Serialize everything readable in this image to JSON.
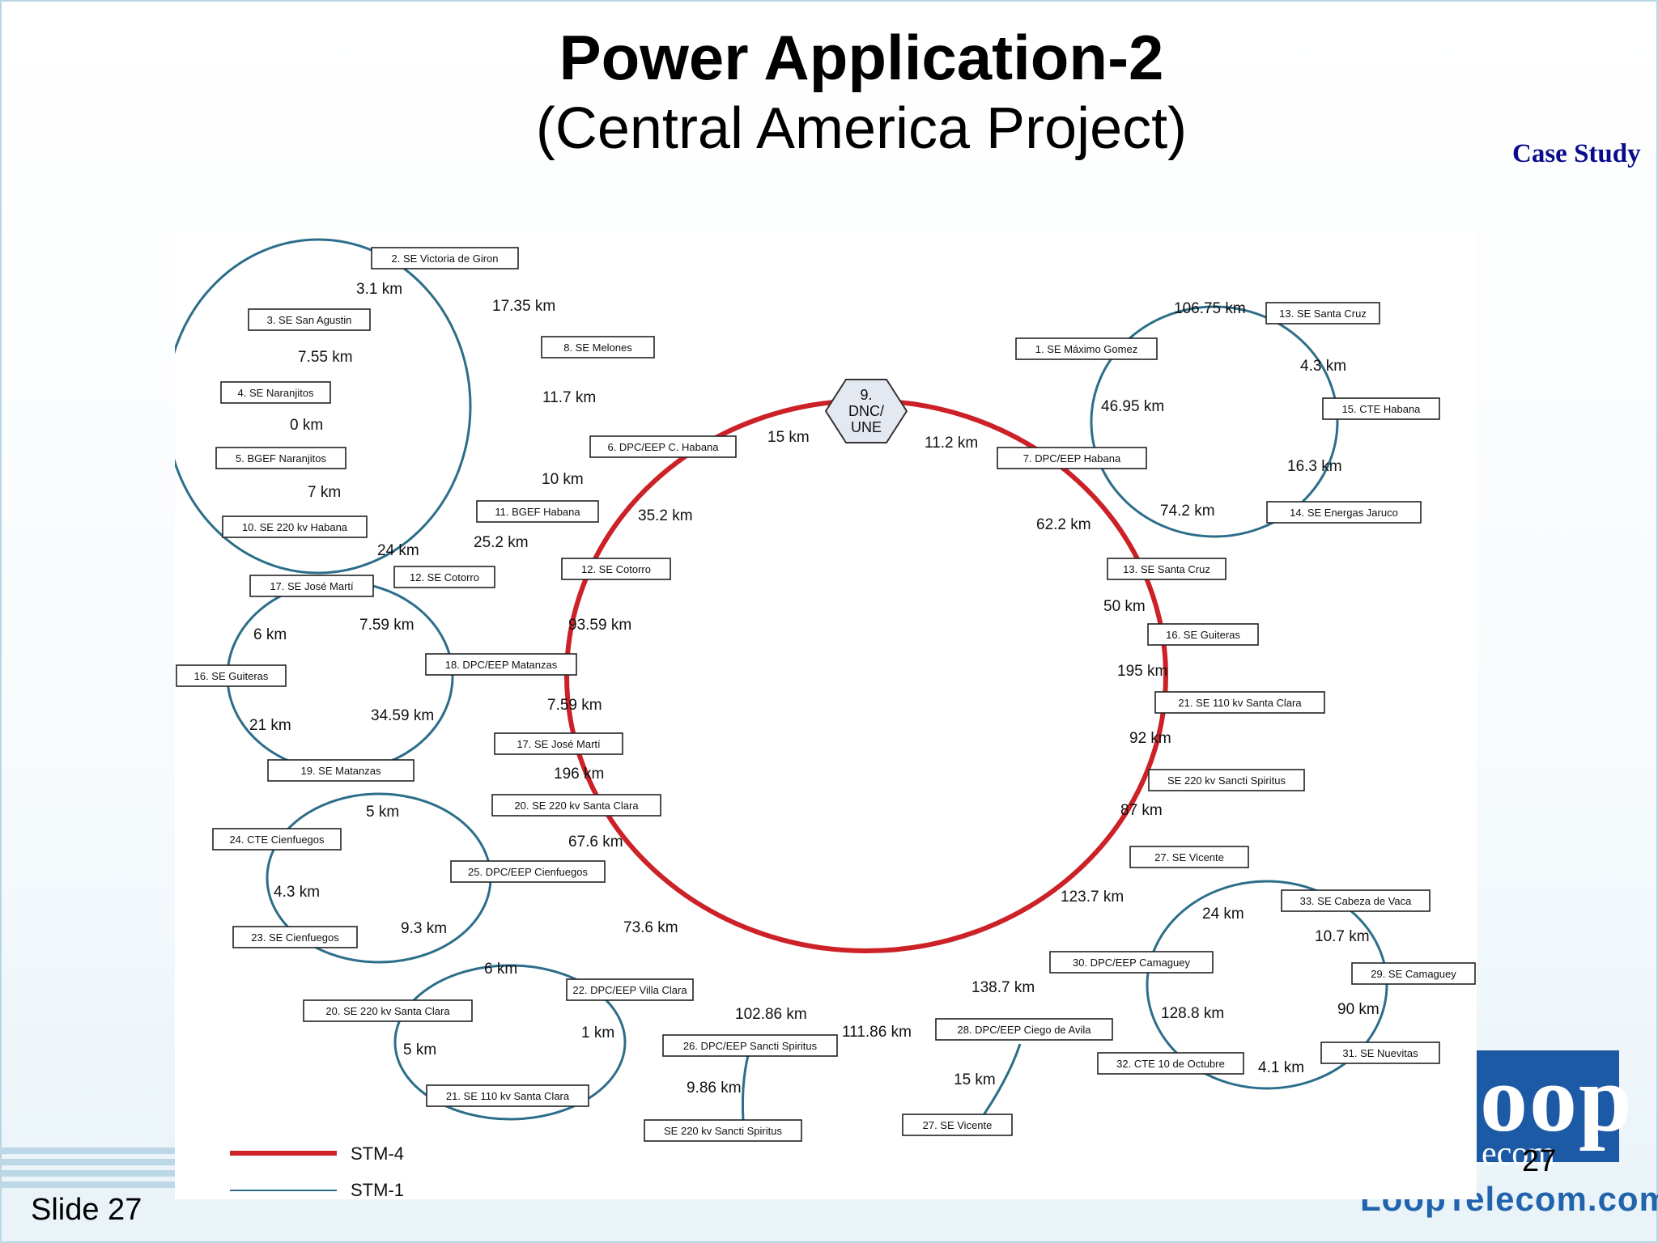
{
  "slide": {
    "title": "Power Application-2",
    "subtitle": "(Central America Project)",
    "tag": "Case Study",
    "slide_label": "Slide 27",
    "page_number": "27",
    "logo_letters": "oop",
    "logo_sub": "ecom",
    "logo_url": "LoopTelecom.com"
  },
  "colors": {
    "stm4": "#cc2127",
    "stm1": "#2c6e8a",
    "accent": "#0a0a8c"
  },
  "legend": {
    "stm4": "STM-4",
    "stm1": "STM-1"
  },
  "hub": {
    "label_lines": [
      "9.",
      "DNC/",
      "UNE"
    ]
  },
  "nodes": [
    {
      "id": "victoria",
      "label": "2. SE Victoria de Giron"
    },
    {
      "id": "sanagustin",
      "label": "3. SE San Agustin"
    },
    {
      "id": "melones",
      "label": "8. SE Melones"
    },
    {
      "id": "naranjitos",
      "label": "4. SE Naranjitos"
    },
    {
      "id": "bgefnar",
      "label": "5. BGEF Naranjitos"
    },
    {
      "id": "dpchab",
      "label": "6. DPC/EEP C. Habana"
    },
    {
      "id": "bgefhab",
      "label": "11. BGEF Habana"
    },
    {
      "id": "se220hab",
      "label": "10. SE 220 kv Habana"
    },
    {
      "id": "cotorro_l",
      "label": "12. SE Cotorro"
    },
    {
      "id": "cotorro_r",
      "label": "12. SE Cotorro"
    },
    {
      "id": "josemarti_l",
      "label": "17. SE José Martí"
    },
    {
      "id": "guiteras_l",
      "label": "16. SE Guiteras"
    },
    {
      "id": "dpcmat",
      "label": "18. DPC/EEP Matanzas"
    },
    {
      "id": "matanzas",
      "label": "19. SE Matanzas"
    },
    {
      "id": "josemarti_r",
      "label": "17. SE José Martí"
    },
    {
      "id": "se220sc_r",
      "label": "20. SE 220 kv Santa Clara"
    },
    {
      "id": "ctecien",
      "label": "24. CTE Cienfuegos"
    },
    {
      "id": "dpccien",
      "label": "25. DPC/EEP Cienfuegos"
    },
    {
      "id": "secien",
      "label": "23. SE Cienfuegos"
    },
    {
      "id": "se220sc_l",
      "label": "20. SE 220 kv Santa Clara"
    },
    {
      "id": "dpcvc",
      "label": "22. DPC/EEP Villa Clara"
    },
    {
      "id": "se110sc_l",
      "label": "21. SE 110 kv Santa Clara"
    },
    {
      "id": "dpcss",
      "label": "26. DPC/EEP Sancti Spiritus"
    },
    {
      "id": "se220ss_b",
      "label": "SE 220 kv Sancti Spiritus"
    },
    {
      "id": "maximo",
      "label": "1. SE Máximo Gomez"
    },
    {
      "id": "santacruz_top",
      "label": "13. SE Santa Cruz"
    },
    {
      "id": "ctehab",
      "label": "15. CTE Habana"
    },
    {
      "id": "dpcehab",
      "label": "7. DPC/EEP Habana"
    },
    {
      "id": "jaruco",
      "label": "14. SE Energas Jaruco"
    },
    {
      "id": "santacruz",
      "label": "13. SE Santa Cruz"
    },
    {
      "id": "guiteras_r",
      "label": "16. SE Guiteras"
    },
    {
      "id": "se110sc_r",
      "label": "21. SE 110 kv Santa Clara"
    },
    {
      "id": "se220ss_r",
      "label": "SE 220 kv Sancti Spiritus"
    },
    {
      "id": "vicente_r",
      "label": "27. SE Vicente"
    },
    {
      "id": "cabeza",
      "label": "33. SE Cabeza de Vaca"
    },
    {
      "id": "dpccam",
      "label": "30. DPC/EEP Camaguey"
    },
    {
      "id": "camaguey",
      "label": "29. SE Camaguey"
    },
    {
      "id": "dpcca",
      "label": "28. DPC/EEP Ciego de Avila"
    },
    {
      "id": "cte10",
      "label": "32. CTE 10 de Octubre"
    },
    {
      "id": "nuevitas",
      "label": "31. SE Nuevitas"
    },
    {
      "id": "vicente_b",
      "label": "27. SE Vicente"
    }
  ],
  "distances": [
    {
      "id": "d_vic_san",
      "text": "3.1 km"
    },
    {
      "id": "d_vic_mel",
      "text": "17.35 km"
    },
    {
      "id": "d_san_nar",
      "text": "7.55 km"
    },
    {
      "id": "d_nar_bgef",
      "text": "0 km"
    },
    {
      "id": "d_mel_dpc",
      "text": "11.7 km"
    },
    {
      "id": "d_bgef_220",
      "text": "7 km"
    },
    {
      "id": "d_dpc_bgefh",
      "text": "10 km"
    },
    {
      "id": "d_220_cot",
      "text": "24 km"
    },
    {
      "id": "d_bgefh_cot",
      "text": "25.2 km"
    },
    {
      "id": "d_hub_dpchab",
      "text": "15 km"
    },
    {
      "id": "d_hub_dpcehab",
      "text": "11.2 km"
    },
    {
      "id": "d_dpchab_cot",
      "text": "35.2 km"
    },
    {
      "id": "d_cot_mat",
      "text": "93.59 km"
    },
    {
      "id": "d_mat_jm",
      "text": "7.59 km"
    },
    {
      "id": "d_jm_220sc",
      "text": "196 km"
    },
    {
      "id": "d_220sc_cien",
      "text": "67.6 km"
    },
    {
      "id": "d_cien_vc",
      "text": "73.6 km"
    },
    {
      "id": "d_vc_ss",
      "text": "102.86 km"
    },
    {
      "id": "d_ss_ca",
      "text": "111.86 km"
    },
    {
      "id": "d_jml_gui",
      "text": "6 km"
    },
    {
      "id": "d_jml_mat",
      "text": "7.59 km"
    },
    {
      "id": "d_gui_sem",
      "text": "21 km"
    },
    {
      "id": "d_mat_sem",
      "text": "34.59 km"
    },
    {
      "id": "d_cte_dpcc",
      "text": "5 km"
    },
    {
      "id": "d_cte_sec",
      "text": "4.3 km"
    },
    {
      "id": "d_sec_dpcc",
      "text": "9.3 km"
    },
    {
      "id": "d_220l_vc",
      "text": "6 km"
    },
    {
      "id": "d_220l_110",
      "text": "5 km"
    },
    {
      "id": "d_vc_110",
      "text": "1 km"
    },
    {
      "id": "d_ss_220ss",
      "text": "9.86 km"
    },
    {
      "id": "d_max_sc",
      "text": "106.75 km"
    },
    {
      "id": "d_sc_cte",
      "text": "4.3 km"
    },
    {
      "id": "d_max_dpce",
      "text": "46.95 km"
    },
    {
      "id": "d_cte_jar",
      "text": "16.3 km"
    },
    {
      "id": "d_dpce_jar",
      "text": "74.2 km"
    },
    {
      "id": "d_dpce_sc",
      "text": "62.2 km"
    },
    {
      "id": "d_sc_gui",
      "text": "50 km"
    },
    {
      "id": "d_gui_110",
      "text": "195 km"
    },
    {
      "id": "d_110_220ss",
      "text": "92 km"
    },
    {
      "id": "d_220ss_vic",
      "text": "87 km"
    },
    {
      "id": "d_vic_cam",
      "text": "123.7 km"
    },
    {
      "id": "d_cam_ca",
      "text": "138.7 km"
    },
    {
      "id": "d_cam_cab",
      "text": "24 km"
    },
    {
      "id": "d_cab_camg",
      "text": "10.7 km"
    },
    {
      "id": "d_cam_cte10",
      "text": "128.8 km"
    },
    {
      "id": "d_camg_nuev",
      "text": "90 km"
    },
    {
      "id": "d_cte10_nuev",
      "text": "4.1 km"
    },
    {
      "id": "d_ca_vicb",
      "text": "15 km"
    }
  ]
}
